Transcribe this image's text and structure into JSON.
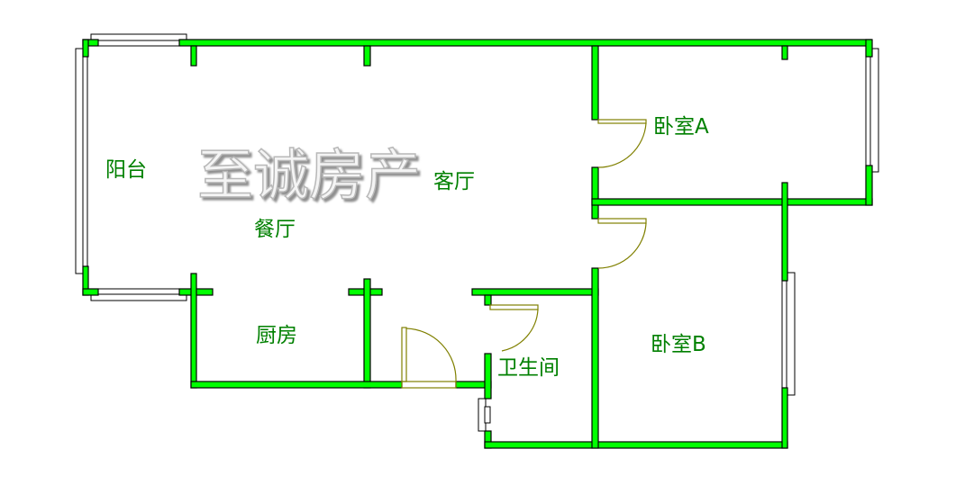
{
  "watermark": "至诚房产",
  "rooms": {
    "balcony": "阳台",
    "dining": "餐厅",
    "living": "客厅",
    "bedroom_a": "卧室A",
    "kitchen": "厨房",
    "bathroom": "卫生间",
    "bedroom_b": "卧室B"
  },
  "colors": {
    "wall": "#00ff00",
    "label": "#008000",
    "door": "#808000"
  }
}
